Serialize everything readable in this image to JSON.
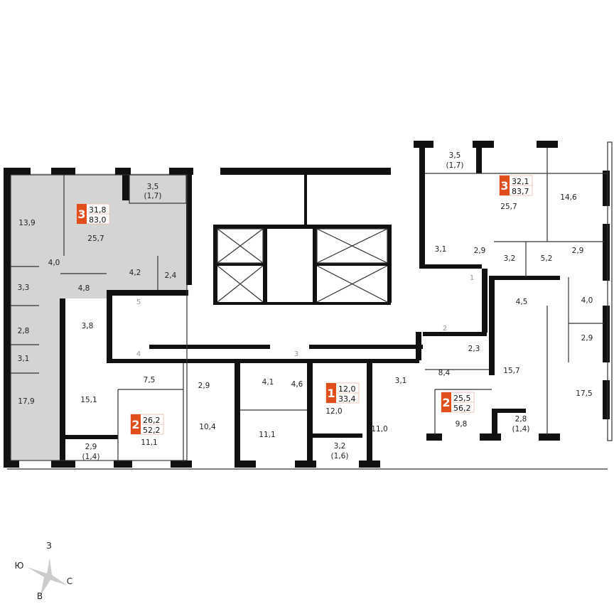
{
  "plan": {
    "rooms": [
      "13,9",
      "25,7",
      "3,5",
      "(1,7)",
      "4,0",
      "4,2",
      "2,4",
      "4,8",
      "3,3",
      "2,8",
      "3,1",
      "17,9",
      "3,8",
      "15,1",
      "7,5",
      "2,9",
      "10,4",
      "11,1",
      "2,9",
      "(1,4)",
      "4,1",
      "4,6",
      "11,1",
      "12,0",
      "3,2",
      "(1,6)",
      "3,1",
      "11,0",
      "3,5",
      "(1,7)",
      "25,7",
      "14,6",
      "3,1",
      "2,9",
      "3,2",
      "5,2",
      "2,9",
      "4,5",
      "4,0",
      "2,9",
      "2,3",
      "8,4",
      "15,7",
      "17,5",
      "9,8",
      "2,8",
      "(1,4)"
    ],
    "door_numbers": [
      "1",
      "2",
      "3",
      "4",
      "5"
    ],
    "apartments": [
      {
        "rooms": "3",
        "living_area": "31,8",
        "total_area": "83,0",
        "highlighted": true
      },
      {
        "rooms": "2",
        "living_area": "26,2",
        "total_area": "52,2",
        "highlighted": false
      },
      {
        "rooms": "1",
        "living_area": "12,0",
        "total_area": "33,4",
        "highlighted": false
      },
      {
        "rooms": "3",
        "living_area": "32,1",
        "total_area": "83,7",
        "highlighted": false
      },
      {
        "rooms": "2",
        "living_area": "25,5",
        "total_area": "56,2",
        "highlighted": false
      }
    ],
    "colors": {
      "badge": "#e04e1b",
      "highlight_fill": "#d4d4d4",
      "wall": "#111111"
    }
  },
  "compass": {
    "north": "З",
    "south": "В",
    "west": "Ю",
    "east": "С"
  }
}
